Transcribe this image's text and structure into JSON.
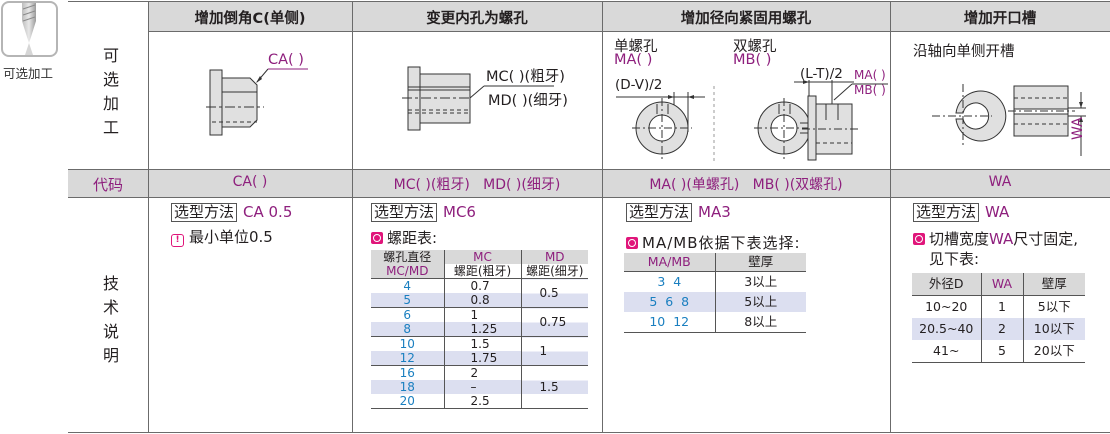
{
  "badge": {
    "icon": "drill-bit-icon",
    "label": "可选加工"
  },
  "row_labels": {
    "optional_processing": [
      "可",
      "选",
      "加",
      "工"
    ],
    "code": "代码",
    "technical_notes": [
      "技",
      "术",
      "说",
      "明"
    ]
  },
  "colors": {
    "header_bg": "#d9d9d9",
    "purple": "#8e1f7d",
    "blue": "#1a7fc0",
    "pink": "#e0157a",
    "stripe": "#dcdff0"
  },
  "columns": [
    {
      "header": "增加倒角C(单侧)",
      "diagram": {
        "callout": "CA( )"
      },
      "code": "CA( )",
      "select_label": "选型方法",
      "select_value": "CA 0.5",
      "note": "最小单位0.5"
    },
    {
      "header": "变更内孔为螺孔",
      "diagram": {
        "callout_1": "MC( )(粗牙)",
        "callout_2": "MD( )(细牙)"
      },
      "code": "MC( )(粗牙)   MD( )(细牙)",
      "select_label": "选型方法",
      "select_value": "MC6",
      "table_title": "螺距表:",
      "table": {
        "head_row1": [
          "螺孔直径",
          "MC",
          "MD"
        ],
        "head_row2": [
          "MC/MD",
          "螺距(粗牙)",
          "螺距(细牙)"
        ],
        "rows": [
          {
            "d": "4",
            "mc": "0.7"
          },
          {
            "d": "5",
            "mc": "0.8"
          },
          {
            "d": "6",
            "mc": "1"
          },
          {
            "d": "8",
            "mc": "1.25"
          },
          {
            "d": "10",
            "mc": "1.5"
          },
          {
            "d": "12",
            "mc": "1.75"
          },
          {
            "d": "16",
            "mc": "2"
          },
          {
            "d": "18",
            "mc": "–"
          },
          {
            "d": "20",
            "mc": "2.5"
          }
        ],
        "md_groups": [
          "0.5",
          "0.75",
          "1",
          "1.5"
        ]
      }
    },
    {
      "header": "增加径向紧固用螺孔",
      "diagram": {
        "single_label": "单螺孔",
        "single_code": "MA( )",
        "double_label": "双螺孔",
        "double_code": "MB( )",
        "dim_1": "(D-V)/2",
        "dim_2": "(L-T)/2",
        "callout_1": "MA( )",
        "callout_2": "MB( )"
      },
      "code": "MA( )(单螺孔)   MB( )(双螺孔)",
      "select_label": "选型方法",
      "select_value": "MA3",
      "table_title": "MA/MB依据下表选择:",
      "table": {
        "head": [
          "MA/MB",
          "壁厚"
        ],
        "rows": [
          {
            "size": "3  4",
            "wall": "3以上"
          },
          {
            "size": "5  6  8",
            "wall": "5以上"
          },
          {
            "size": "10  12",
            "wall": "8以上"
          }
        ]
      }
    },
    {
      "header": "增加开口槽",
      "diagram": {
        "caption": "沿轴向单侧开槽",
        "dim": "WA"
      },
      "code": "WA",
      "select_label": "选型方法",
      "select_value": "WA",
      "note_line1_a": "切槽宽度",
      "note_line1_b": "WA",
      "note_line1_c": "尺寸固定,",
      "note_line2": "见下表:",
      "table": {
        "head": [
          "外径D",
          "WA",
          "壁厚"
        ],
        "rows": [
          {
            "d": "10~20",
            "wa": "1",
            "wall": "5以下"
          },
          {
            "d": "20.5~40",
            "wa": "2",
            "wall": "10以下"
          },
          {
            "d": "41~",
            "wa": "5",
            "wall": "20以下"
          }
        ]
      }
    }
  ]
}
